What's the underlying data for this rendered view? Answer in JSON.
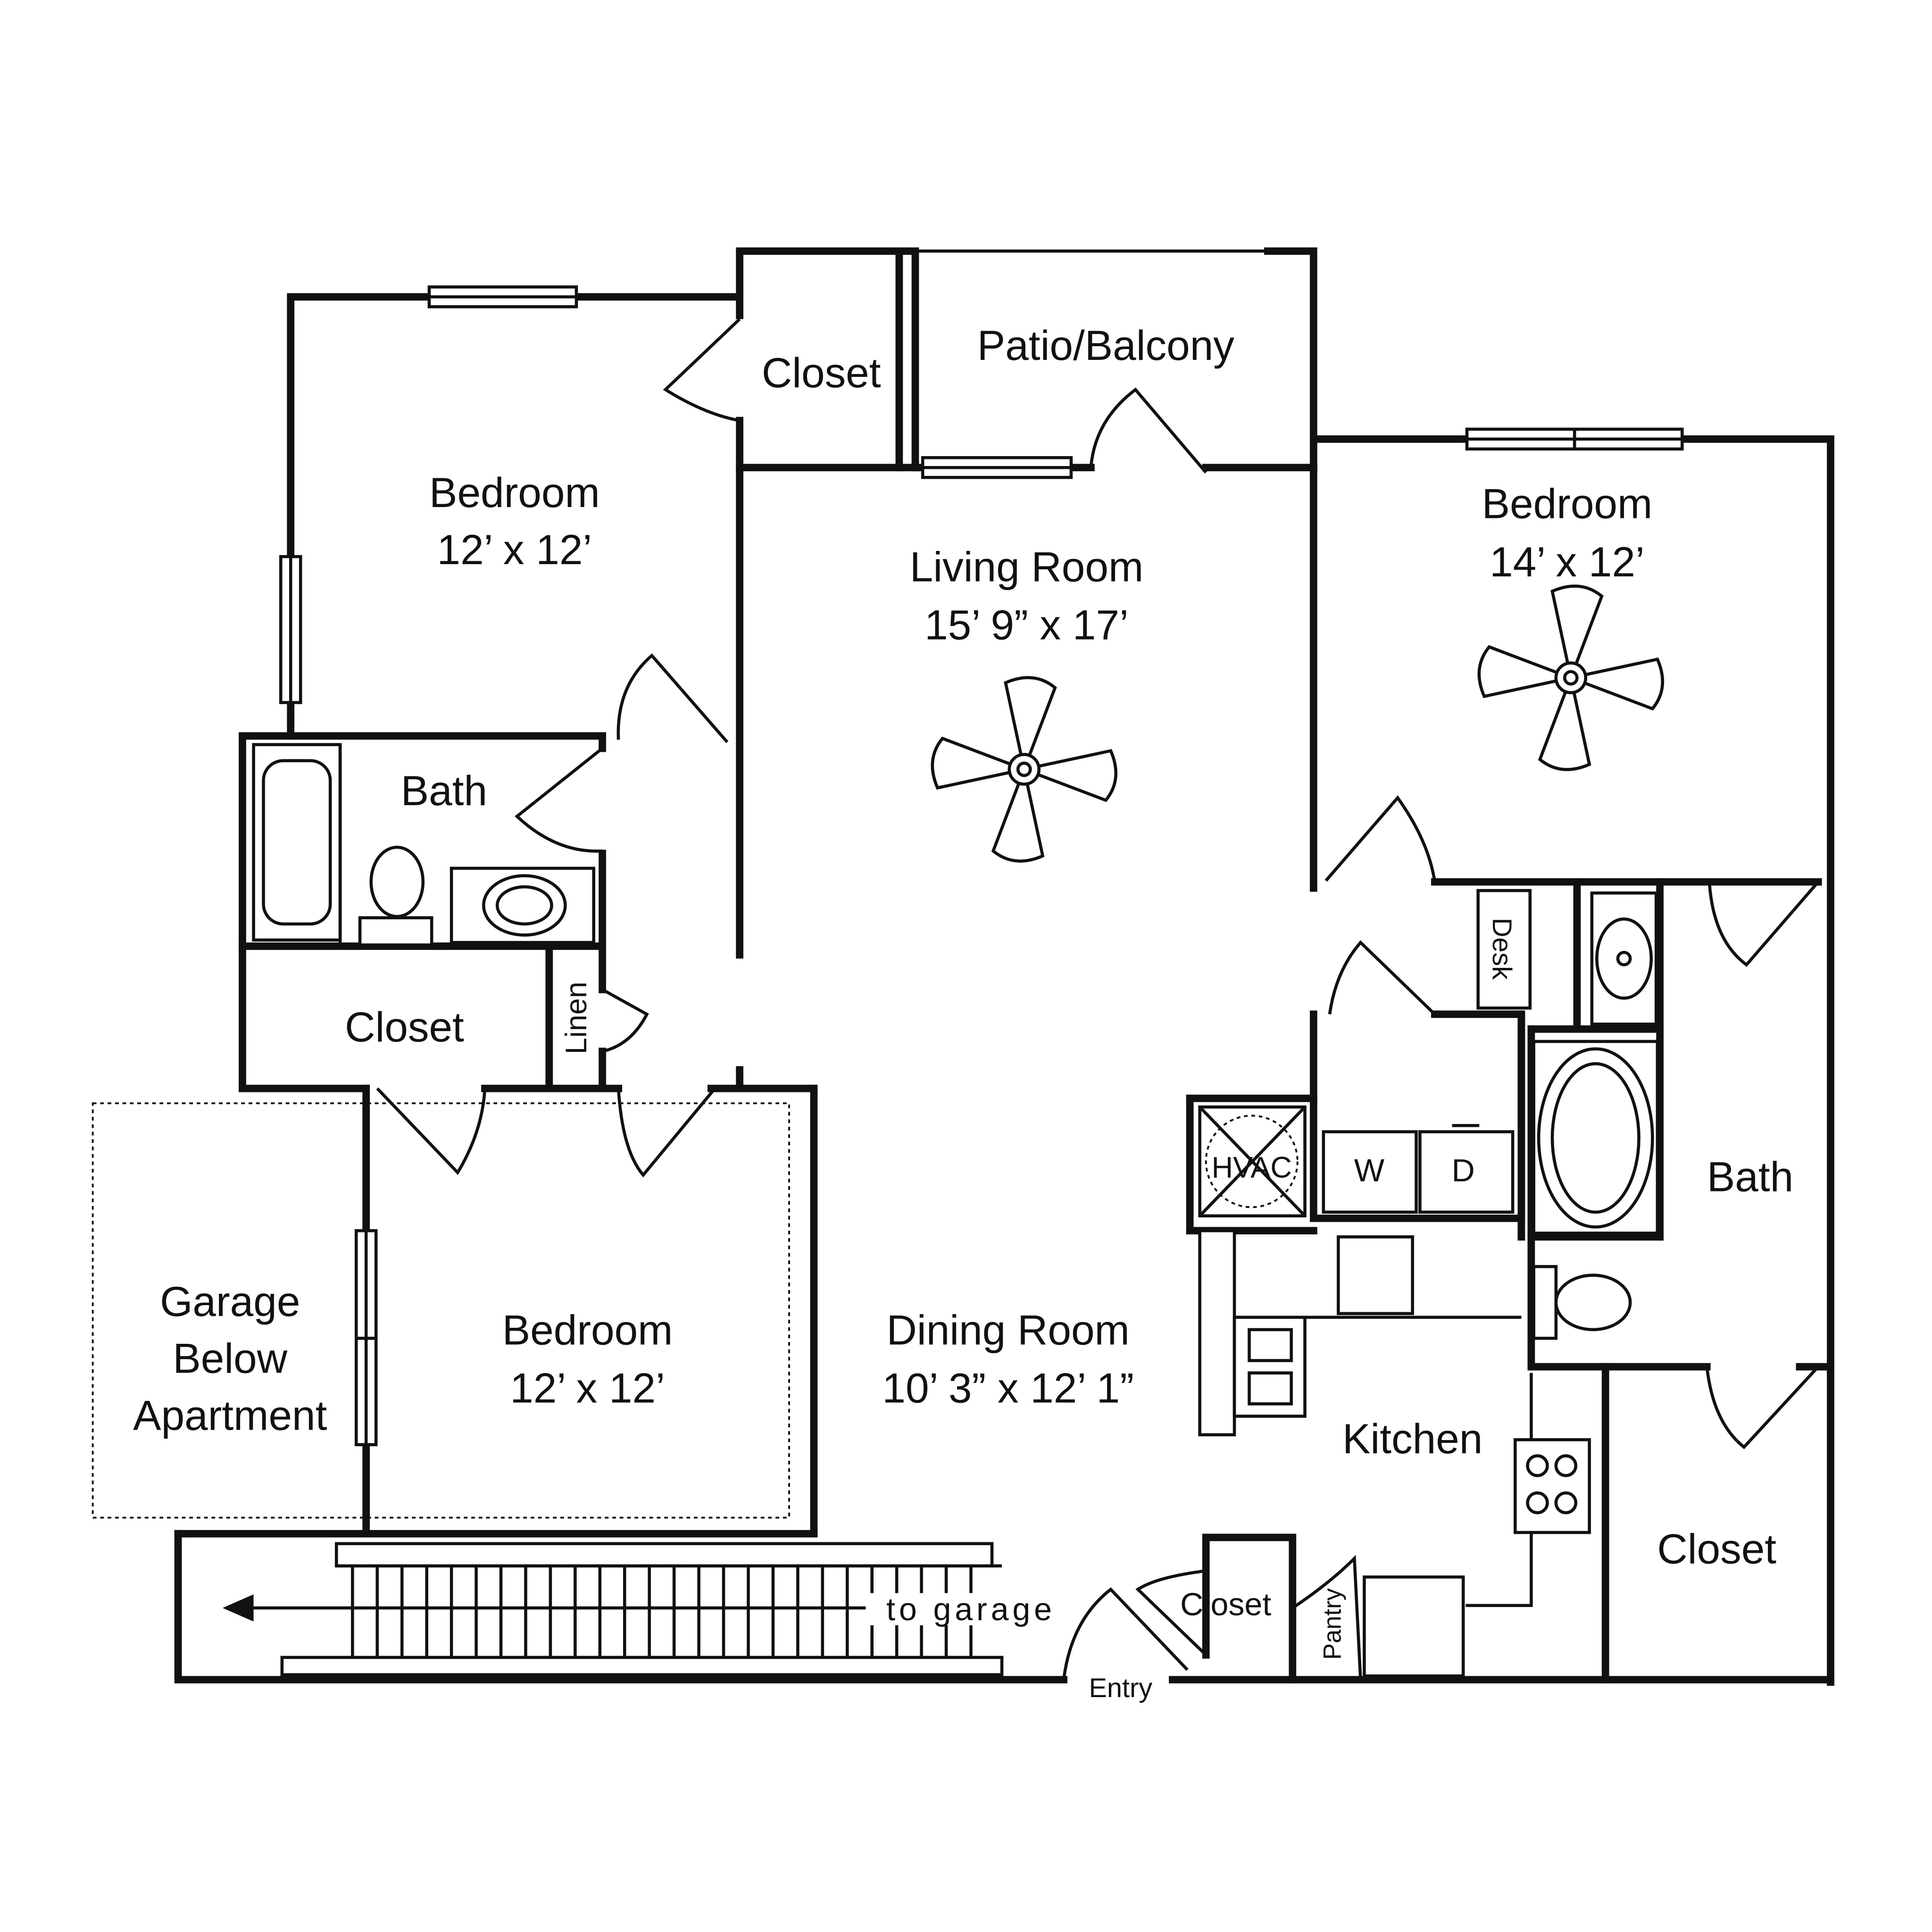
{
  "rooms": {
    "bedroom_nw": {
      "name": "Bedroom",
      "size": "12’ x 12’"
    },
    "closet_top": {
      "name": "Closet"
    },
    "patio": {
      "name": "Patio/Balcony"
    },
    "living": {
      "name": "Living Room",
      "size": "15’ 9” x 17’"
    },
    "bedroom_ne": {
      "name": "Bedroom",
      "size": "14’ x 12’"
    },
    "bath_w": {
      "name": "Bath"
    },
    "closet_w": {
      "name": "Closet"
    },
    "linen": {
      "name": "Linen"
    },
    "desk": {
      "name": "Desk"
    },
    "hvac": {
      "name": "HVAC"
    },
    "washer": {
      "name": "W"
    },
    "dryer": {
      "name": "D"
    },
    "bath_e": {
      "name": "Bath"
    },
    "garage": {
      "line1": "Garage",
      "line2": "Below",
      "line3": "Apartment"
    },
    "bedroom_sw": {
      "name": "Bedroom",
      "size": "12’ x 12’"
    },
    "dining": {
      "name": "Dining Room",
      "size": "10’ 3” x 12’ 1”"
    },
    "kitchen": {
      "name": "Kitchen"
    },
    "closet_se": {
      "name": "Closet"
    },
    "closet_entry": {
      "name": "Closet"
    },
    "pantry": {
      "name": "Pantry"
    }
  },
  "labels": {
    "to_garage": "to garage",
    "entry": "Entry"
  }
}
